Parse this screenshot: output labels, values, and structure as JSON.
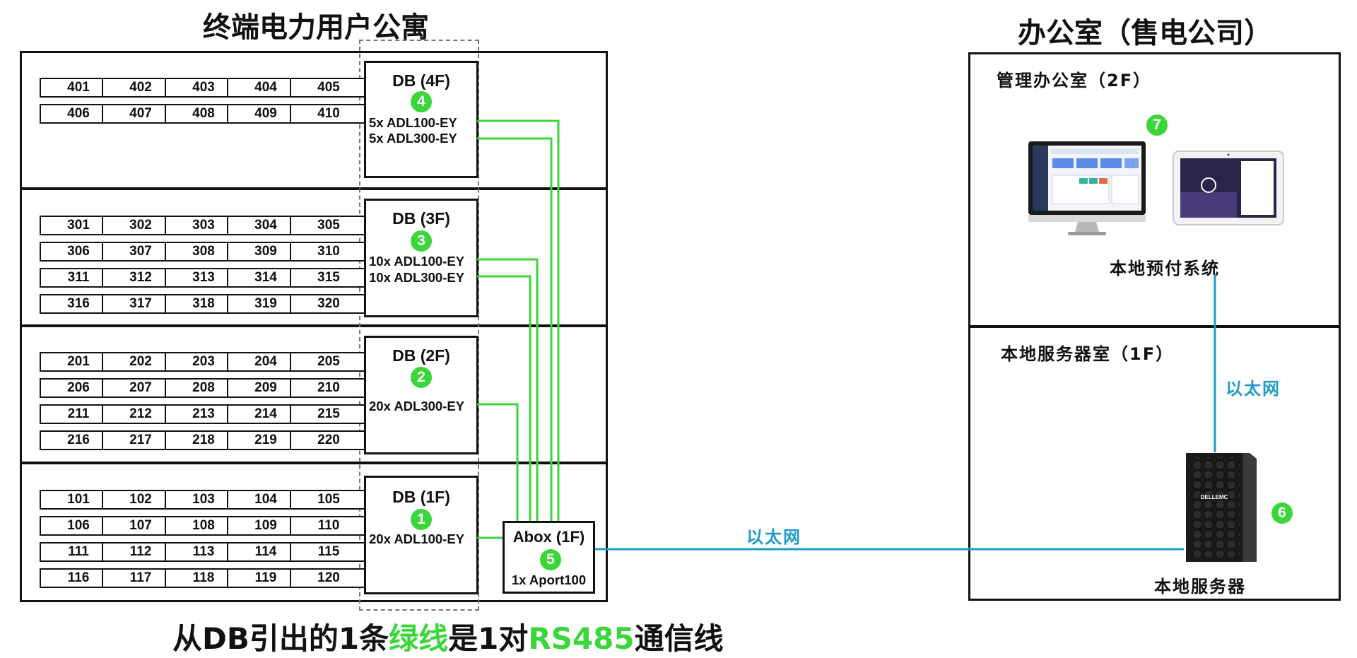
{
  "titles": {
    "apartment": "终端电力用户公寓",
    "office": "办公室（售电公司）"
  },
  "colors": {
    "link": "#3ad63a",
    "ethernet": "#1e9bc8",
    "badge": "#3ad63a"
  },
  "floors": [
    {
      "rooms": [
        "401",
        "402",
        "403",
        "404",
        "405",
        "406",
        "407",
        "408",
        "409",
        "410"
      ],
      "db": {
        "title": "DB (4F)",
        "badge": "4",
        "meters": [
          "5x ADL100-EY",
          "5x ADL300-EY"
        ]
      }
    },
    {
      "rooms": [
        "301",
        "302",
        "303",
        "304",
        "305",
        "306",
        "307",
        "308",
        "309",
        "310",
        "311",
        "312",
        "313",
        "314",
        "315",
        "316",
        "317",
        "318",
        "319",
        "320"
      ],
      "db": {
        "title": "DB (3F)",
        "badge": "3",
        "meters": [
          "10x ADL100-EY",
          "10x ADL300-EY"
        ]
      }
    },
    {
      "rooms": [
        "201",
        "202",
        "203",
        "204",
        "205",
        "206",
        "207",
        "208",
        "209",
        "210",
        "211",
        "212",
        "213",
        "214",
        "215",
        "216",
        "217",
        "218",
        "219",
        "220"
      ],
      "db": {
        "title": "DB (2F)",
        "badge": "2",
        "meters": [
          "20x ADL300-EY"
        ]
      }
    },
    {
      "rooms": [
        "101",
        "102",
        "103",
        "104",
        "105",
        "106",
        "107",
        "108",
        "109",
        "110",
        "111",
        "112",
        "113",
        "114",
        "115",
        "116",
        "117",
        "118",
        "119",
        "120"
      ],
      "db": {
        "title": "DB (1F)",
        "badge": "1",
        "meters": [
          "20x ADL100-EY"
        ]
      }
    }
  ],
  "abox": {
    "title": "Abox (1F)",
    "badge": "5",
    "device": "1x Aport100"
  },
  "office": {
    "mgmt_room": "管理办公室（2F）",
    "system_badge": "7",
    "system_label": "本地预付系统",
    "server_room": "本地服务器室（1F）",
    "server_badge": "6",
    "server_label": "本地服务器",
    "server_brand": "DELLEMC"
  },
  "ethernet_label": "以太网",
  "footer": {
    "part1": "从DB引出的1条",
    "green1": "绿线",
    "part2": "是1对",
    "green2": "RS485",
    "part3": "通信线"
  }
}
